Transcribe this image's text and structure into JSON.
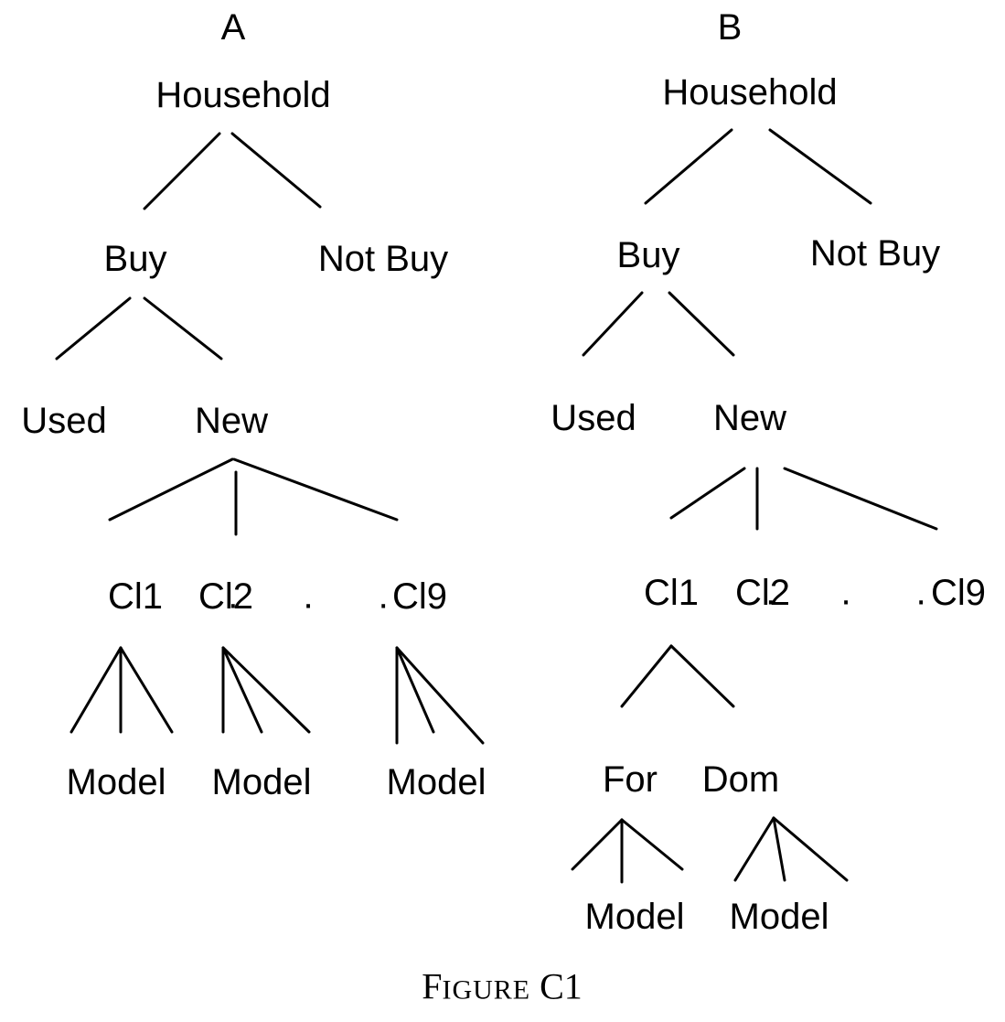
{
  "panels": {
    "a": {
      "label": "A",
      "household": "Household",
      "buy": "Buy",
      "not_buy": "Not Buy",
      "used": "Used",
      "new": "New",
      "classes": [
        "Cl1",
        "Cl2",
        "Cl9"
      ],
      "ellipsis": ". . .",
      "models": [
        "Model",
        "Model",
        "Model"
      ]
    },
    "b": {
      "label": "B",
      "household": "Household",
      "buy": "Buy",
      "not_buy": "Not Buy",
      "used": "Used",
      "new": "New",
      "classes": [
        "Cl1",
        "Cl2",
        "Cl9"
      ],
      "ellipsis": ". . .",
      "origins": [
        "For",
        "Dom"
      ],
      "models": [
        "Model",
        "Model"
      ]
    }
  },
  "caption": {
    "first": "F",
    "rest": "IGURE",
    "suffix": "C1"
  }
}
